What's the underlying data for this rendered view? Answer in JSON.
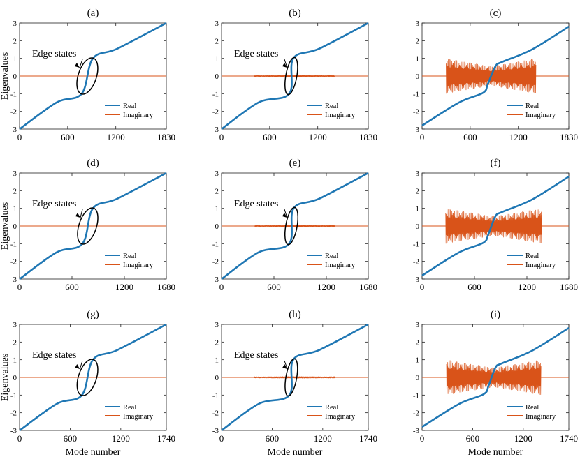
{
  "figure": {
    "ylabel": "Eigenvalues",
    "xlabel": "Mode number",
    "annotation": "Edge states",
    "legend": [
      "Real",
      "Imaginary"
    ],
    "colors": {
      "real": "#1f77b4",
      "imag": "#d95319"
    }
  },
  "chart_data": [
    {
      "label": "(a)",
      "type": "line",
      "xmax": 1830,
      "xticks": [
        0,
        600,
        1200,
        1830
      ],
      "ylim": [
        -3,
        3
      ],
      "yticks": [
        -3,
        -2,
        -1,
        0,
        1,
        2,
        3
      ],
      "real_curve": [
        [
          0,
          -3
        ],
        [
          460,
          -1.5
        ],
        [
          775,
          -1.0
        ],
        [
          915,
          1.0
        ],
        [
          1220,
          1.55
        ],
        [
          1830,
          3
        ]
      ],
      "imag_envelope": null,
      "edge_states": true
    },
    {
      "label": "(b)",
      "type": "line",
      "xmax": 1830,
      "xticks": [
        0,
        600,
        1200,
        1830
      ],
      "ylim": [
        -3,
        3
      ],
      "yticks": [
        -3,
        -2,
        -1,
        0,
        1,
        2,
        3
      ],
      "real_curve": [
        [
          0,
          -3
        ],
        [
          460,
          -1.5
        ],
        [
          845,
          -1.0
        ],
        [
          895,
          1.0
        ],
        [
          1220,
          1.55
        ],
        [
          1830,
          3
        ]
      ],
      "imag_envelope": {
        "xrange": [
          410,
          1410
        ],
        "amp": 0.06
      },
      "edge_states": true
    },
    {
      "label": "(c)",
      "type": "line",
      "xmax": 1830,
      "xticks": [
        0,
        600,
        1200,
        1830
      ],
      "ylim": [
        -3,
        3
      ],
      "yticks": [
        -3,
        -2,
        -1,
        0,
        1,
        2,
        3
      ],
      "real_curve": [
        [
          0,
          -2.8
        ],
        [
          460,
          -1.5
        ],
        [
          760,
          -0.95
        ],
        [
          820,
          -0.45
        ],
        [
          915,
          0.55
        ],
        [
          1000,
          0.8
        ],
        [
          1370,
          1.5
        ],
        [
          1830,
          2.8
        ]
      ],
      "imag_envelope": {
        "xrange": [
          300,
          1420
        ],
        "amp": 1.0
      },
      "edge_states": false
    },
    {
      "label": "(d)",
      "type": "line",
      "xmax": 1680,
      "xticks": [
        0,
        600,
        1200,
        1680
      ],
      "ylim": [
        -3,
        3
      ],
      "yticks": [
        -3,
        -2,
        -1,
        0,
        1,
        2,
        3
      ],
      "real_curve": [
        [
          0,
          -3
        ],
        [
          420,
          -1.5
        ],
        [
          720,
          -1.0
        ],
        [
          840,
          1.0
        ],
        [
          1120,
          1.55
        ],
        [
          1680,
          3
        ]
      ],
      "imag_envelope": null,
      "edge_states": true
    },
    {
      "label": "(e)",
      "type": "line",
      "xmax": 1680,
      "xticks": [
        0,
        600,
        1200,
        1680
      ],
      "ylim": [
        -3,
        3
      ],
      "yticks": [
        -3,
        -2,
        -1,
        0,
        1,
        2,
        3
      ],
      "real_curve": [
        [
          0,
          -3
        ],
        [
          420,
          -1.5
        ],
        [
          775,
          -1.0
        ],
        [
          825,
          1.0
        ],
        [
          1120,
          1.55
        ],
        [
          1680,
          3
        ]
      ],
      "imag_envelope": {
        "xrange": [
          380,
          1300
        ],
        "amp": 0.06
      },
      "edge_states": true
    },
    {
      "label": "(f)",
      "type": "line",
      "xmax": 1680,
      "xticks": [
        0,
        600,
        1200,
        1680
      ],
      "ylim": [
        -3,
        3
      ],
      "yticks": [
        -3,
        -2,
        -1,
        0,
        1,
        2,
        3
      ],
      "real_curve": [
        [
          0,
          -2.8
        ],
        [
          420,
          -1.5
        ],
        [
          700,
          -0.95
        ],
        [
          760,
          -0.45
        ],
        [
          840,
          0.55
        ],
        [
          920,
          0.8
        ],
        [
          1260,
          1.5
        ],
        [
          1680,
          2.8
        ]
      ],
      "imag_envelope": {
        "xrange": [
          270,
          1370
        ],
        "amp": 1.0
      },
      "edge_states": false
    },
    {
      "label": "(g)",
      "type": "line",
      "xmax": 1740,
      "xticks": [
        0,
        600,
        1200,
        1740
      ],
      "ylim": [
        -3,
        3
      ],
      "yticks": [
        -3,
        -2,
        -1,
        0,
        1,
        2,
        3
      ],
      "real_curve": [
        [
          0,
          -3
        ],
        [
          440,
          -1.5
        ],
        [
          740,
          -1.0
        ],
        [
          870,
          1.0
        ],
        [
          1160,
          1.55
        ],
        [
          1740,
          3
        ]
      ],
      "imag_envelope": null,
      "edge_states": true
    },
    {
      "label": "(h)",
      "type": "line",
      "xmax": 1740,
      "xticks": [
        0,
        600,
        1200,
        1740
      ],
      "ylim": [
        -3,
        3
      ],
      "yticks": [
        -3,
        -2,
        -1,
        0,
        1,
        2,
        3
      ],
      "real_curve": [
        [
          0,
          -3
        ],
        [
          440,
          -1.5
        ],
        [
          805,
          -1.0
        ],
        [
          850,
          1.0
        ],
        [
          1160,
          1.55
        ],
        [
          1740,
          3
        ]
      ],
      "imag_envelope": {
        "xrange": [
          390,
          1350
        ],
        "amp": 0.06
      },
      "edge_states": true
    },
    {
      "label": "(i)",
      "type": "line",
      "xmax": 1740,
      "xticks": [
        0,
        600,
        1200,
        1740
      ],
      "ylim": [
        -3,
        3
      ],
      "yticks": [
        -3,
        -2,
        -1,
        0,
        1,
        2,
        3
      ],
      "real_curve": [
        [
          0,
          -2.8
        ],
        [
          440,
          -1.5
        ],
        [
          730,
          -0.95
        ],
        [
          790,
          -0.45
        ],
        [
          870,
          0.55
        ],
        [
          950,
          0.8
        ],
        [
          1300,
          1.5
        ],
        [
          1740,
          2.8
        ]
      ],
      "imag_envelope": {
        "xrange": [
          290,
          1410
        ],
        "amp": 1.0
      },
      "edge_states": false
    }
  ]
}
